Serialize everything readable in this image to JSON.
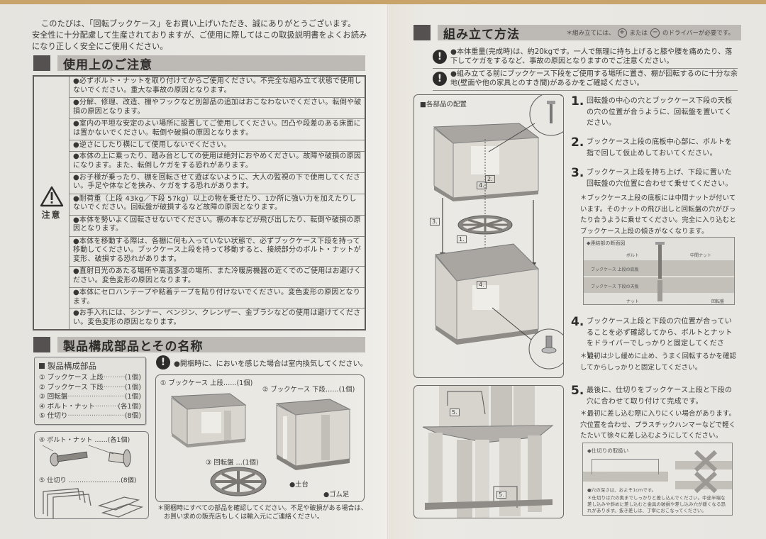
{
  "left_page": {
    "intro": [
      "このたびは、「回転ブックケース」をお買い上げいただき、誠にありがとうございます。",
      "安全性に十分配慮して生産されておりますが、ご使用に際してはこの取扱説明書をよくお読みになり正しく安全にご使用ください。"
    ],
    "caution_section": {
      "title": "使用上のご注意",
      "side_label": "注意",
      "icon": "warning-triangle-icon",
      "items": [
        "●必ずボルト・ナットを取り付けてからご使用ください。不完全な組み立て状態で使用しないでください。重大な事故の原因となります。",
        "●分解、修理、改造、棚やフックなど別部品の追加はおこなわないでください。転倒や破損の原因となります。",
        "●室内の平坦な安定のよい場所に設置してご使用してください。凹凸や段差のある床面には置かないでください。転倒や破損の原因となります。",
        "●逆さにしたり横にして使用しないでください。",
        "●本体の上に乗ったり、踏み台としての使用は絶対におやめください。故障や破損の原因になります。また、転倒しケガをする恐れがあります。",
        "●お子様が乗ったり、棚を回転させて遊ばないように、大人の監視の下で使用してください。手足や体などを挟み、ケガをする恐れがあります。",
        "●耐荷重（上段 43kg／下段 57kg）以上の物を乗せたり、1か所に強い力を加えたりしないでください。回転盤が破損するなど故障の原因となります。",
        "●本体を勢いよく回転させないでください。棚の本などが飛び出したり、転倒や破損の原因となります。",
        "●本体を移動する際は、各棚に何も入っていない状態で、必ずブックケース下段を持って移動してください。ブックケース上段を持って移動すると、接続部分のボルト・ナットが変形、破損する恐れがあります。",
        "●直射日光のあたる場所や高温多湿の場所、また冷暖房機器の近くでのご使用はお避けください。変色変形の原因となります。",
        "●本体にセロハンテープや粘着テープを貼り付けないでください。変色変形の原因となります。",
        "●お手入れには、シンナー、ベンジン、クレンザー、金ブラシなどの使用は避けてください。変色変形の原因となります。"
      ]
    },
    "parts_section": {
      "title": "製品構成部品とその名称",
      "list_title": "製品構成部品",
      "list": [
        {
          "no": "①",
          "name": "ブックケース 上段",
          "qty": "(1個)"
        },
        {
          "no": "②",
          "name": "ブックケース 下段",
          "qty": "(1個)"
        },
        {
          "no": "③",
          "name": "回転盤",
          "qty": "(1個)"
        },
        {
          "no": "④",
          "name": "ボルト・ナット",
          "qty": "(各1個)"
        },
        {
          "no": "⑤",
          "name": "仕切り",
          "qty": "(8個)"
        }
      ],
      "odor_warning": "●開梱時に、においを感じた場合は室内換気してください。",
      "illus_labels": {
        "upper": "① ブックケース 上段……(1個)",
        "lower": "② ブックケース 下段……(1個)",
        "turntable": "③ 回転盤 …(1個)",
        "base": "●土台",
        "rubber_feet": "●ゴム足",
        "bolt_nut": "④ ボルト・ナット ……(各1個)",
        "divider": "⑤ 仕切り ……………………(8個)"
      },
      "bottom_note": [
        "＊開梱時にすべての部品を確認してください。不足や破損がある場合は、",
        "お買い求めの販売店もしくは輸入元にご連絡ください。"
      ]
    }
  },
  "right_page": {
    "assembly_section": {
      "title": "組み立て方法",
      "tool_note_prefix": "＊組み立てには、",
      "tool_plus": "+",
      "tool_mid": "または",
      "tool_minus": "−",
      "tool_note_suffix": "のドライバーが必要です。",
      "warnings": [
        "●本体重量(完成時)は、約20kgです。一人で無理に持ち上げると膝や腰を痛めたり、落下してケガをするなど、事故の原因となりますのでご注意ください。",
        "●組み立てる前にブックケース下段をご使用する場所に置き、棚が回転するのに十分な余地(壁面や他の家具とのすき間)があるかをご確認ください。"
      ],
      "layout_title": "■各部品の配置",
      "diagram_labels": [
        "2.",
        "4.",
        "3.",
        "1.",
        "4."
      ],
      "diagram2_labels": [
        "5.",
        "5."
      ],
      "steps": [
        {
          "num": "1.",
          "text": "回転盤の中心の穴とブックケース下段の天板の穴の位置が合うように、回転盤を置いてください。"
        },
        {
          "num": "2.",
          "text": "ブックケース上段の底板中心部に、ボルトを指で回して仮止めしておいてください。"
        },
        {
          "num": "3.",
          "text": "ブックケース上段を持ち上げ、下段に置いた回転盤の穴位置に合わせて乗せてください。"
        },
        {
          "num": "4.",
          "text": "ブックケース上段と下段の穴位置が合っていることを必ず確認してから、ボルトとナットをドライバーでしっかりと固定してください。"
        },
        {
          "num": "5.",
          "text": "最後に、仕切りをブックケース上段と下段の穴に合わせて取り付けて完成です。"
        }
      ],
      "notes": {
        "step3": "＊ブックケース上段の底板には中間ナットが付いています。そのナットの飛び出しと回転盤の穴がぴったり合うように乗せてください。完全に入り込むとブックケース上段の傾きがなくなります。",
        "step4": "＊最初は少し緩めに止め、うまく回転するかを確認してからしっかりと固定してください。",
        "step5": "＊最初に差し込む際に入りにくい場合があります。穴位置を合わせ、プラスチックハンマーなどで軽くたたいて徐々に差し込むようにしてください。"
      },
      "cross_section": {
        "title": "◆連結部の断面図",
        "bolt": "ボルト",
        "mid_nut": "中間ナット",
        "upper_bottom": "ブックケース 上段の底板",
        "lower_top": "ブックケース 下段の天板",
        "nut": "ナット",
        "turntable": "回転盤"
      },
      "divider_box": {
        "title": "◆仕切りの取扱い",
        "depth": "●穴の深さは、およそ1cmです。",
        "note": "＊仕切りは穴の奥までしっかりと差し込んでください。中途半端な差し込みや斜めに差し込むと金具の破損や差し込み穴が緩くなる恐れがあります。抜き差しは、丁寧におこなってください。"
      }
    }
  },
  "colors": {
    "paper": "#e9e7e2",
    "header_bar": "#bdbab5",
    "header_square": "#545150",
    "text": "#3a3836",
    "table_border": "#5e5b58",
    "background_wood": "#c9a46a"
  }
}
